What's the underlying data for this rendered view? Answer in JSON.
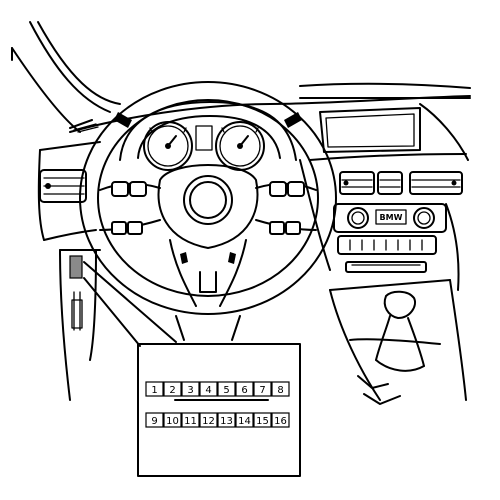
{
  "connector": {
    "top_row": [
      "1",
      "2",
      "3",
      "4",
      "5",
      "6",
      "7",
      "8"
    ],
    "bottom_row": [
      "9",
      "10",
      "11",
      "12",
      "13",
      "14",
      "15",
      "16"
    ]
  },
  "console": {
    "display_text": "BMW"
  }
}
